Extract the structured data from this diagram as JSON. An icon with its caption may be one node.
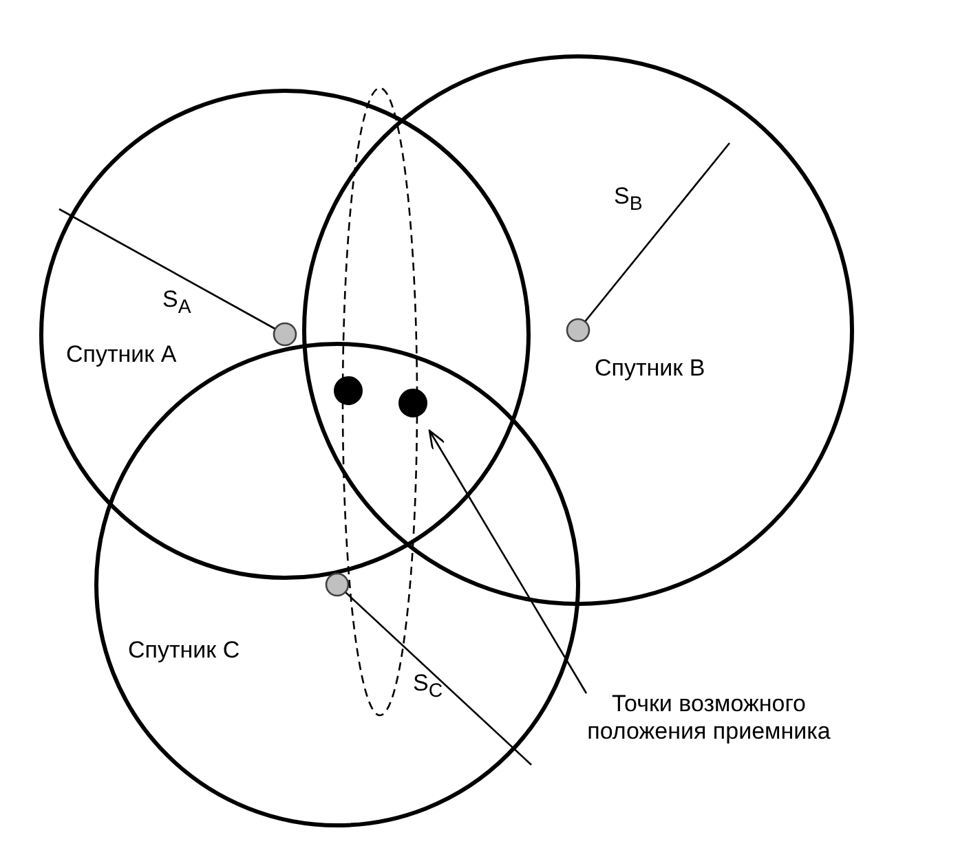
{
  "diagram": {
    "nodes": [
      {
        "text": [],
        "shape": "circle"
      },
      {
        "text": [],
        "shape": "circle"
      },
      {
        "text": [],
        "shape": "circle"
      },
      {
        "text": [],
        "shape": "circle",
        "in": 0
      },
      {
        "text": [],
        "shape": "circle",
        "in": 1
      },
      {
        "text": [],
        "shape": "circle",
        "in": 2
      },
      {
        "text": [],
        "shape": "circle"
      },
      {
        "text": [],
        "shape": "circle"
      },
      {
        "text": [
          "Точки возможного положения приемника"
        ]
      },
      {
        "text": [],
        "shape": "ellipse"
      }
    ],
    "edges": [
      {
        "from": 8,
        "to": 7,
        "arrow": "to"
      }
    ],
    "labels": [
      "S$_{B}$",
      "S$_{A}$",
      "Спутник A",
      "Спутник B",
      "Спутник C",
      "S$_{C}$"
    ]
  }
}
